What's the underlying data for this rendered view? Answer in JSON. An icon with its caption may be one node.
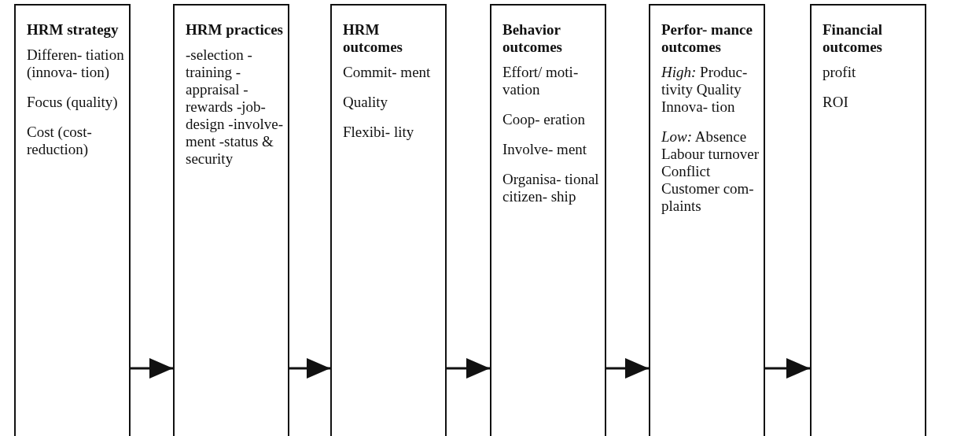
{
  "diagram": {
    "nodes": [
      {
        "text": [
          "HRM strategy",
          "Differen- tiation (innova- tion)",
          "Focus (quality)",
          "Cost (cost- reduction)"
        ]
      },
      {
        "text": [
          "HRM practices",
          "-selection -training -appraisal -rewards -job- design -involve- ment -status & security"
        ]
      },
      {
        "text": [
          "HRM outcomes",
          "Commit- ment",
          "Quality",
          "Flexibi- lity"
        ]
      },
      {
        "text": [
          "Behavior outcomes",
          "Effort/ moti- vation",
          "Coop- eration",
          "Involve- ment",
          "Organisa- tional citizen- ship"
        ]
      },
      {
        "text": [
          "Perfor- mance outcomes",
          "*High:* Produc- tivity Quality Innova- tion",
          "*Low:* Absence Labour turnover Conflict Customer com- plaints"
        ]
      },
      {
        "text": [
          "Financial outcomes",
          "profit",
          "ROI"
        ]
      }
    ],
    "edges": [
      {
        "from": 0,
        "to": 1,
        "arrow": "to"
      },
      {
        "from": 1,
        "to": 2,
        "arrow": "to"
      },
      {
        "from": 2,
        "to": 3,
        "arrow": "to"
      },
      {
        "from": 3,
        "to": 4,
        "arrow": "to"
      },
      {
        "from": 4,
        "to": 5,
        "arrow": "to"
      }
    ]
  }
}
